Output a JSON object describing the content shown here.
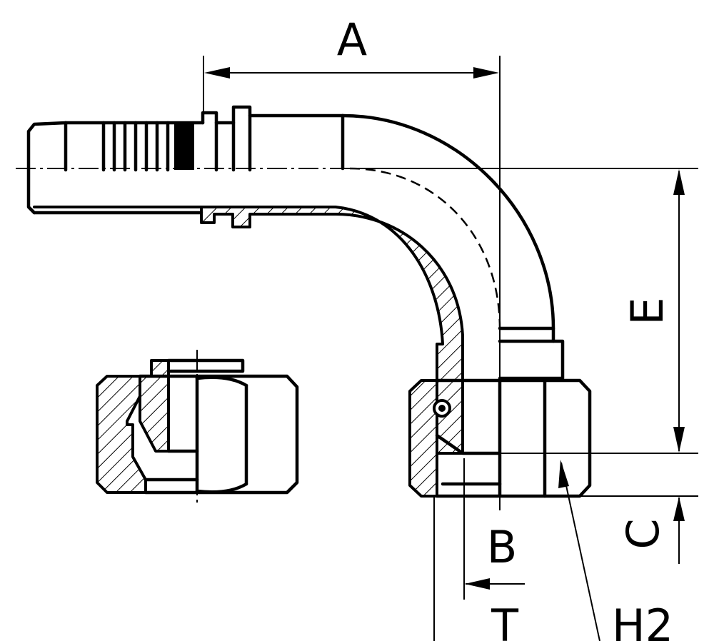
{
  "dimensions": {
    "A": "A",
    "B": "B",
    "C": "C",
    "E": "E",
    "T": "T",
    "H2": "H2"
  },
  "colors": {
    "line": "#000000",
    "background": "#ffffff"
  }
}
